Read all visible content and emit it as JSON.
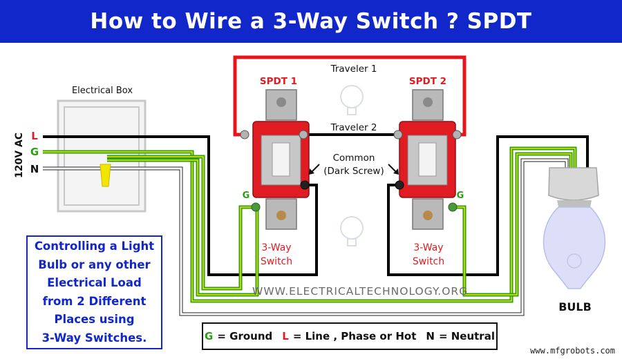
{
  "title": "How to Wire a 3-Way Switch ? SPDT",
  "labels": {
    "electrical_box": "Electrical Box",
    "supply": "120V AC",
    "line_letter": "L",
    "ground_letter": "G",
    "neutral_letter": "N",
    "switch1_name": "SPDT 1",
    "switch2_name": "SPDT 2",
    "traveler1": "Traveler 1",
    "traveler2": "Traveler 2",
    "common_line1": "Common",
    "common_line2": "(Dark Screw)",
    "switch1_ground": "G",
    "switch2_ground": "G",
    "switch1_caption_line1": "3-Way",
    "switch1_caption_line2": "Switch",
    "switch2_caption_line1": "3-Way",
    "switch2_caption_line2": "Switch",
    "bulb": "BULB",
    "website": "WWW.ELECTRICALTECHNOLOGY.ORG",
    "credit": "www.mfgrobots.com"
  },
  "info_box": {
    "lines": [
      "Controlling a Light",
      "Bulb or any other",
      "Electrical Load",
      "from 2 Different",
      "Places using",
      "3-Way Switches."
    ]
  },
  "legend": {
    "ground_key": "G",
    "ground_text": "= Ground",
    "line_key": "L",
    "line_text": "= Line , Phase or Hot",
    "neutral_key": "N",
    "neutral_text": "= Neutral"
  },
  "colors": {
    "banner": "#1227c9",
    "line_wire": "#000000",
    "traveler1_wire": "#e8141b",
    "ground_wire": "#2aa012",
    "ground_stripe": "#f2e600",
    "neutral_wire": "#ffffff",
    "switch_body": "#e01c22",
    "switch_name": "#e01c22",
    "info_text": "#1227c9",
    "legend_ground": "#2aa012",
    "legend_line": "#e01c22"
  }
}
